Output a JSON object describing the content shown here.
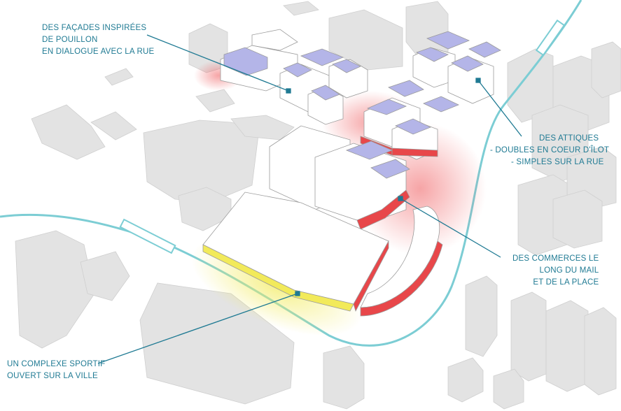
{
  "colors": {
    "callout": "#1f7a93",
    "tram_line": "#7ccdd4",
    "roof_purple": "#b4b5e8",
    "context_building": "#e2e2e2",
    "active_frontage": "#e8474a",
    "sport_frontage": "#f2ea5a"
  },
  "annotations": {
    "facades": [
      "DES FAÇADES INSPIRÉES",
      "DE POUILLON",
      "EN DIALOGUE AVEC LA RUE"
    ],
    "attiques": [
      "DES ATTIQUES",
      "- DOUBLES EN COEUR D'ÎLOT",
      "- SIMPLES SUR LA RUE"
    ],
    "commerces": [
      "DES COMMERCES LE",
      "LONG DU MAIL",
      "ET DE LA PLACE"
    ],
    "sportif": [
      "UN COMPLEXE SPORTIF",
      "OUVERT SUR LA VILLE"
    ]
  }
}
